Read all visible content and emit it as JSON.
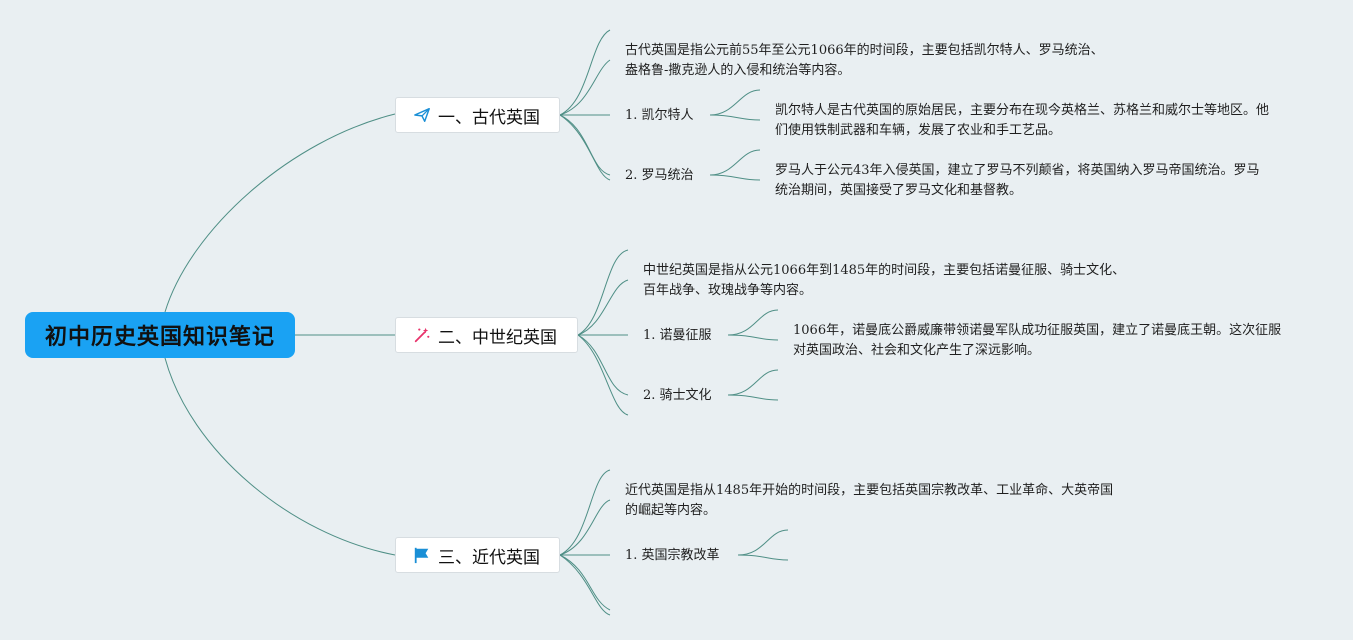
{
  "root": {
    "label": "初中历史英国知识笔记"
  },
  "branches": [
    {
      "label": "一、古代英国",
      "icon": "paper-plane-icon",
      "summary": "古代英国是指公元前55年至公元1066年的时间段，主要包括凯尔特人、罗马统治、盎格鲁-撒克逊人的入侵和统治等内容。",
      "subs": [
        {
          "label": "1. 凯尔特人",
          "detail": "凯尔特人是古代英国的原始居民，主要分布在现今英格兰、苏格兰和威尔士等地区。他们使用铁制武器和车辆，发展了农业和手工艺品。"
        },
        {
          "label": "2. 罗马统治",
          "detail": "罗马人于公元43年入侵英国，建立了罗马不列颠省，将英国纳入罗马帝国统治。罗马统治期间，英国接受了罗马文化和基督教。"
        }
      ]
    },
    {
      "label": "二、中世纪英国",
      "icon": "magic-wand-icon",
      "summary": "中世纪英国是指从公元1066年到1485年的时间段，主要包括诺曼征服、骑士文化、百年战争、玫瑰战争等内容。",
      "subs": [
        {
          "label": "1. 诺曼征服",
          "detail": "1066年，诺曼底公爵威廉带领诺曼军队成功征服英国，建立了诺曼底王朝。这次征服对英国政治、社会和文化产生了深远影响。"
        },
        {
          "label": "2. 骑士文化",
          "detail": ""
        }
      ]
    },
    {
      "label": "三、近代英国",
      "icon": "flag-icon",
      "summary": "近代英国是指从1485年开始的时间段，主要包括英国宗教改革、工业革命、大英帝国的崛起等内容。",
      "subs": [
        {
          "label": "1. 英国宗教改革",
          "detail": ""
        }
      ]
    }
  ],
  "colors": {
    "background": "#e9eff2",
    "root": "#1aa2f3",
    "line": "#4f8f86"
  }
}
